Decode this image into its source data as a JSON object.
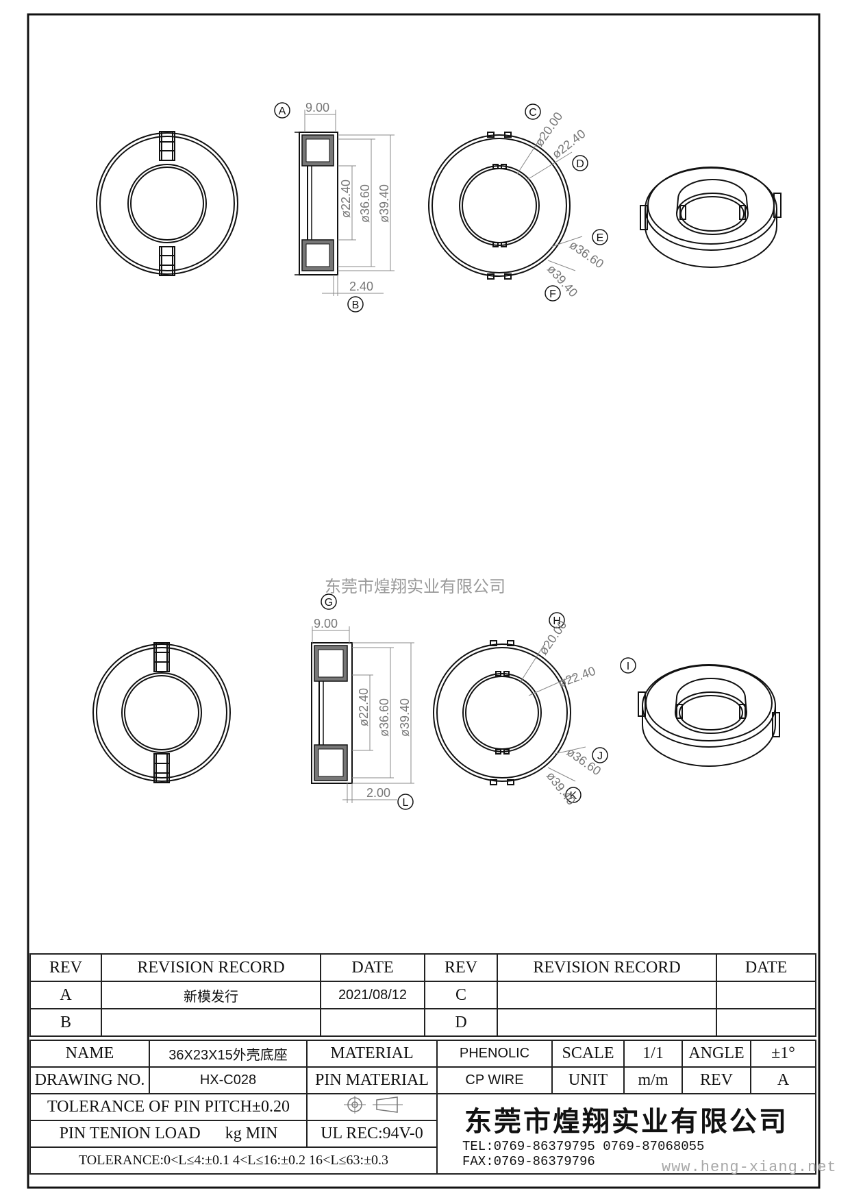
{
  "watermark": {
    "company": "东莞市煌翔实业有限公司",
    "url": "www.heng-xiang.net"
  },
  "views": {
    "top": {
      "callouts": [
        "A",
        "B",
        "C",
        "D",
        "E",
        "F"
      ],
      "side_width": "9.00",
      "side_diameters": [
        "ø22.40",
        "ø36.60",
        "ø39.40"
      ],
      "side_bottom": "2.40",
      "front_diameters": [
        "ø20.00",
        "ø22.40",
        "ø36.60",
        "ø39.40"
      ]
    },
    "bottom": {
      "callouts": [
        "G",
        "H",
        "I",
        "J",
        "K",
        "L"
      ],
      "side_width": "9.00",
      "side_diameters": [
        "ø22.40",
        "ø36.60",
        "ø39.40"
      ],
      "side_bottom": "2.00",
      "front_diameters": [
        "ø20.00",
        "ø22.40",
        "ø36.60",
        "ø39.40"
      ]
    }
  },
  "revision_table": {
    "headers": [
      "REV",
      "REVISION RECORD",
      "DATE",
      "REV",
      "REVISION RECORD",
      "DATE"
    ],
    "rows": [
      [
        "A",
        "新模发行",
        "2021/08/12",
        "C",
        "",
        ""
      ],
      [
        "B",
        "",
        "",
        "D",
        "",
        ""
      ]
    ]
  },
  "title_block": {
    "name_label": "NAME",
    "name_value": "36X23X15外壳底座",
    "material_label": "MATERIAL",
    "material_value": "PHENOLIC",
    "scale_label": "SCALE",
    "scale_value": "1/1",
    "angle_label": "ANGLE",
    "angle_value": "±1°",
    "drawing_no_label": "DRAWING NO.",
    "drawing_no_value": "HX-C028",
    "pin_material_label": "PIN MATERIAL",
    "pin_material_value": "CP WIRE",
    "unit_label": "UNIT",
    "unit_value": "m/m",
    "rev_label": "REV",
    "rev_value": "A",
    "tol_pin_pitch": "TOLERANCE OF PIN PITCH±0.20",
    "pin_tension_label": "PIN TENION LOAD",
    "pin_tension_unit": "kg MIN",
    "ul_rec": "UL REC:94V-0",
    "tolerance": "TOLERANCE:0<L≤4:±0.1  4<L≤16:±0.2  16<L≤63:±0.3",
    "company": "东莞市煌翔实业有限公司",
    "tel": "TEL:0769-86379795   0769-87068055",
    "fax": "FAX:0769-86379796"
  }
}
